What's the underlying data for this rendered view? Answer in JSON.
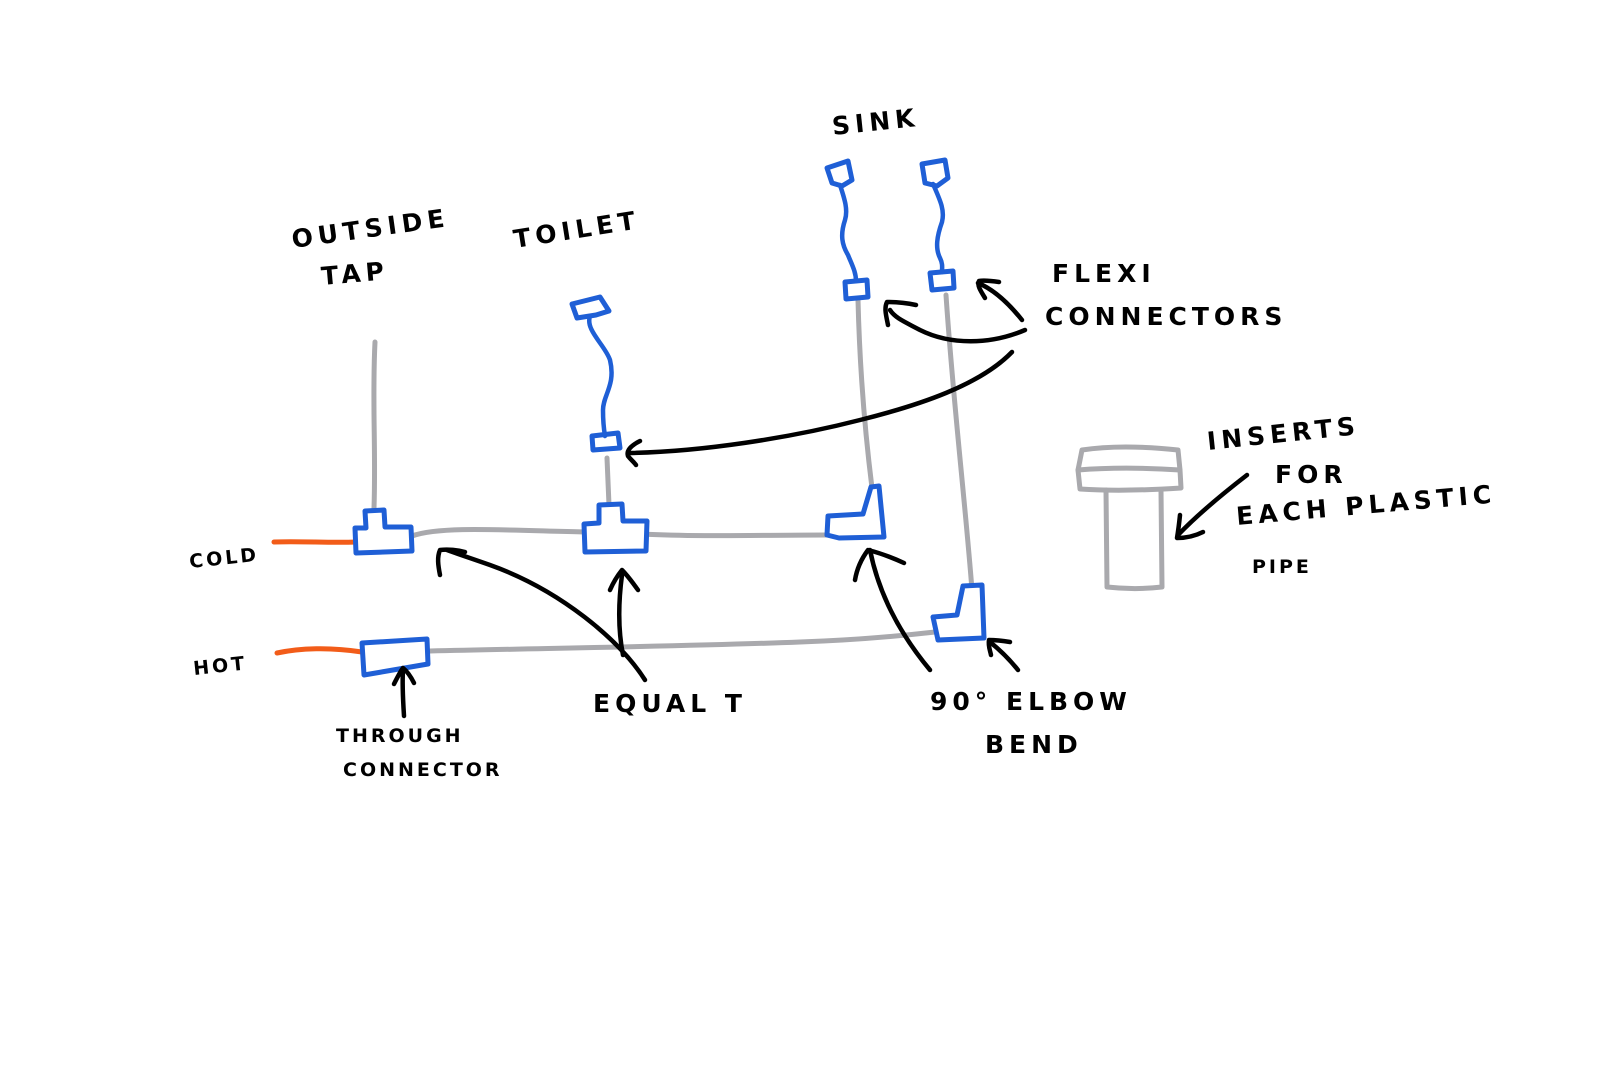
{
  "labels": {
    "outside_tap_1": "Outside",
    "outside_tap_2": "Tap",
    "toilet": "Toilet",
    "sink": "Sink",
    "flexi_1": "Flexi",
    "flexi_2": "Connectors",
    "inserts_1": "Inserts",
    "inserts_2": "for",
    "inserts_3": "each plastic",
    "inserts_4": "pipe",
    "cold": "Cold",
    "hot": "Hot",
    "through_1": "Through",
    "through_2": "Connector",
    "equal_t": "Equal T",
    "elbow_1": "90° Elbow",
    "elbow_2": "Bend"
  },
  "colors": {
    "pipe_gray": "#a9a9ad",
    "fitting_blue": "#1f5fd6",
    "supply_orange": "#f25c19",
    "ink": "#000000"
  }
}
